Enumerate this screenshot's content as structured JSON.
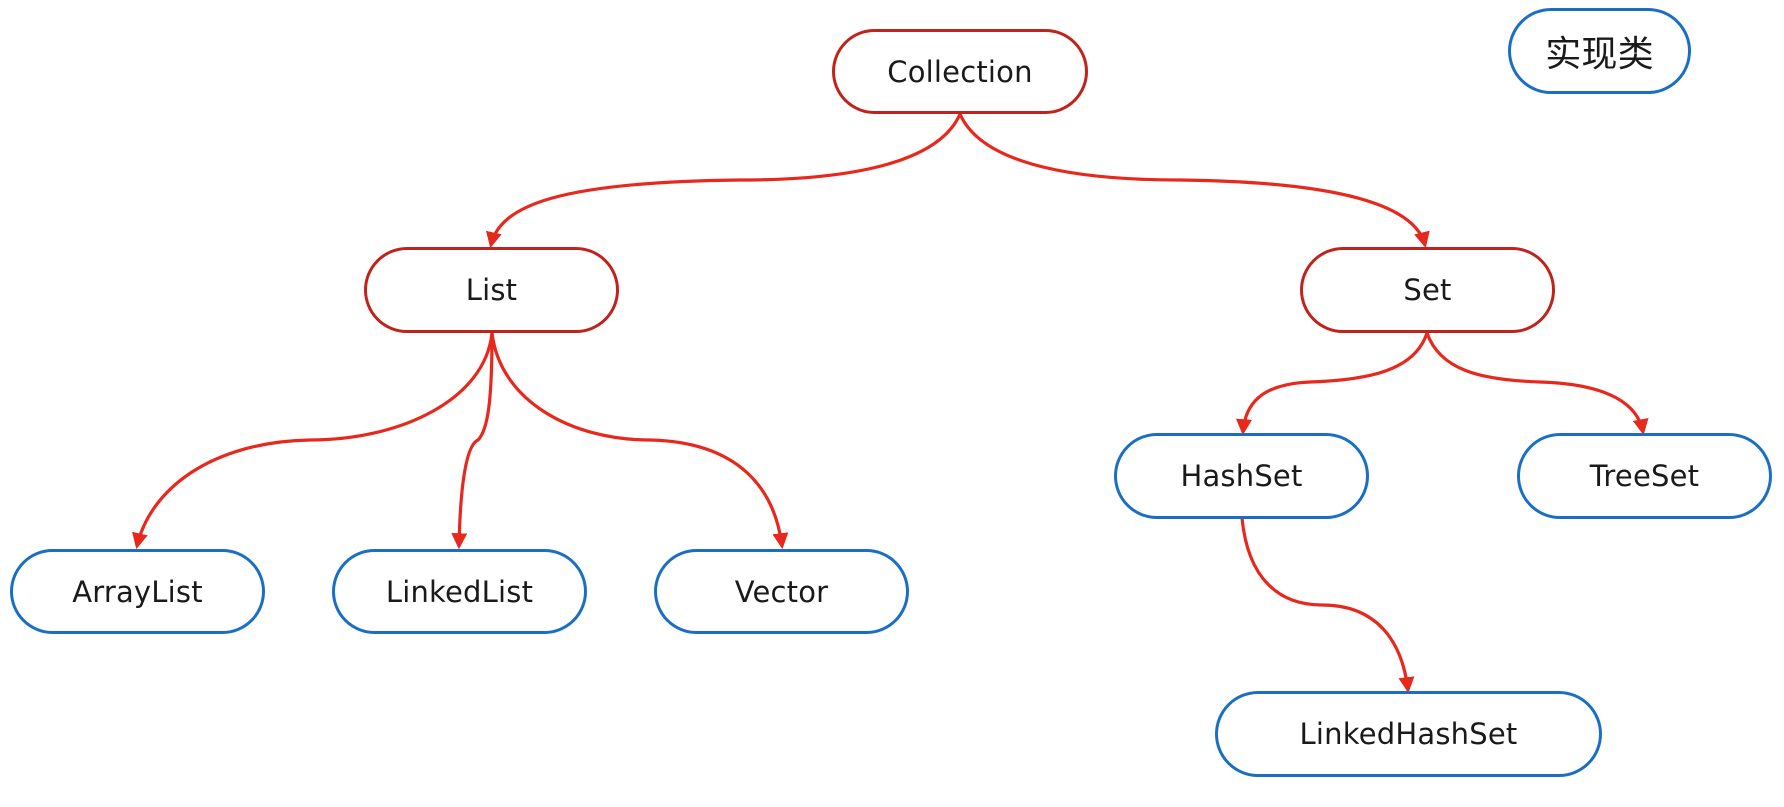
{
  "diagram": {
    "legend": {
      "label": "实现类",
      "color": "#1a6fc4"
    },
    "colors": {
      "interface_border": "#c0231b",
      "impl_border": "#1a6fc4",
      "edge": "#e8281c"
    },
    "nodes": {
      "collection": {
        "label": "Collection",
        "kind": "interface"
      },
      "list": {
        "label": "List",
        "kind": "interface"
      },
      "set": {
        "label": "Set",
        "kind": "interface"
      },
      "arraylist": {
        "label": "ArrayList",
        "kind": "implementation"
      },
      "linkedlist": {
        "label": "LinkedList",
        "kind": "implementation"
      },
      "vector": {
        "label": "Vector",
        "kind": "implementation"
      },
      "hashset": {
        "label": "HashSet",
        "kind": "implementation"
      },
      "treeset": {
        "label": "TreeSet",
        "kind": "implementation"
      },
      "linkedhashset": {
        "label": "LinkedHashSet",
        "kind": "implementation"
      }
    },
    "edges": [
      {
        "from": "collection",
        "to": "list"
      },
      {
        "from": "collection",
        "to": "set"
      },
      {
        "from": "list",
        "to": "arraylist"
      },
      {
        "from": "list",
        "to": "linkedlist"
      },
      {
        "from": "list",
        "to": "vector"
      },
      {
        "from": "set",
        "to": "hashset"
      },
      {
        "from": "set",
        "to": "treeset"
      },
      {
        "from": "hashset",
        "to": "linkedhashset"
      }
    ]
  }
}
